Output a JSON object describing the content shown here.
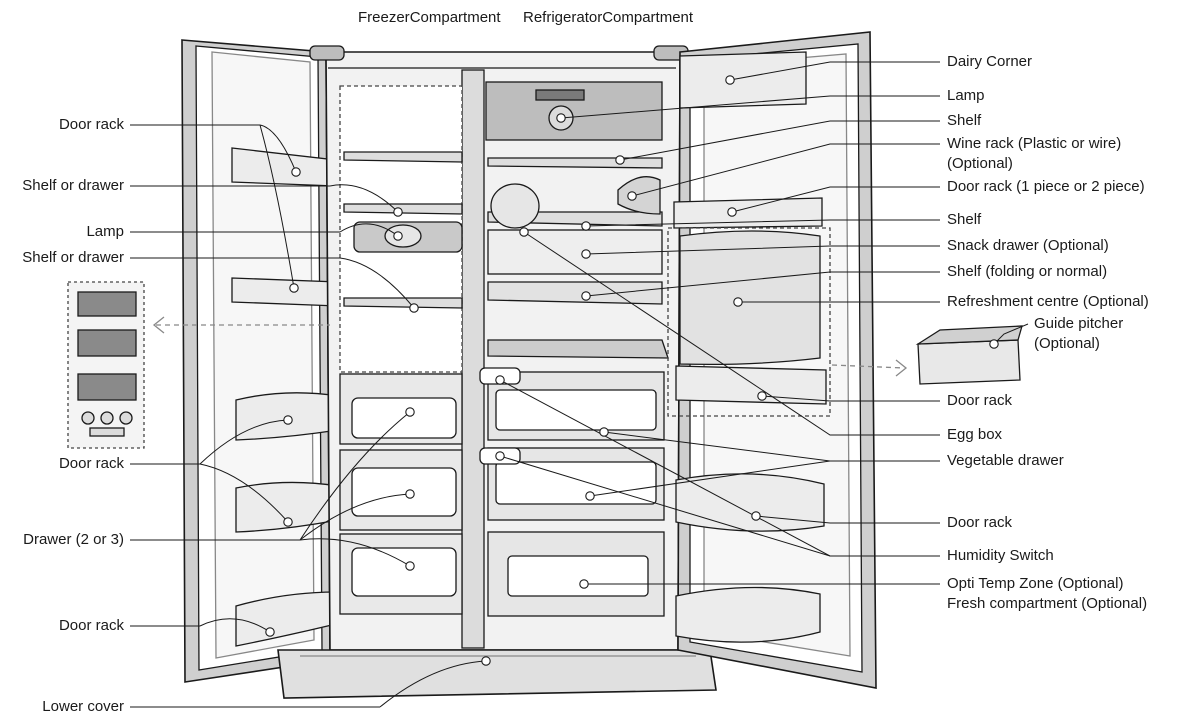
{
  "headers": {
    "freezer": [
      "Freezer",
      "Compartment"
    ],
    "refrigerator": [
      "Refrigerator",
      "Compartment"
    ]
  },
  "left_labels": [
    [
      "Door rack"
    ],
    [
      "Shelf or drawer"
    ],
    [
      "Lamp"
    ],
    [
      "Shelf or drawer"
    ],
    [
      "Door rack"
    ],
    [
      "Drawer (2 or 3)"
    ],
    [
      "Door rack"
    ],
    [
      "Lower cover"
    ]
  ],
  "right_labels": [
    [
      "Dairy Corner"
    ],
    [
      "Lamp"
    ],
    [
      "Shelf"
    ],
    [
      "Wine rack (Plastic or wire)",
      "(Optional)"
    ],
    [
      "Door rack (1 piece or 2 piece)"
    ],
    [
      "Shelf"
    ],
    [
      "Snack drawer (Optional)"
    ],
    [
      "Shelf (folding or normal)"
    ],
    [
      "Refreshment centre (Optional)"
    ],
    [
      "Guide pitcher",
      "(Optional)"
    ],
    [
      "Door rack"
    ],
    [
      "Egg box"
    ],
    [
      "Vegetable drawer"
    ],
    [
      "Door rack"
    ],
    [
      "Humidity Switch"
    ],
    [
      "Opti Temp Zone (Optional)",
      "Fresh compartment (Optional)"
    ]
  ],
  "colors": {
    "line": "#1a1a1a",
    "fill": "#efefef",
    "shade": "#bdbdbd",
    "dark": "#7a7a7a"
  }
}
